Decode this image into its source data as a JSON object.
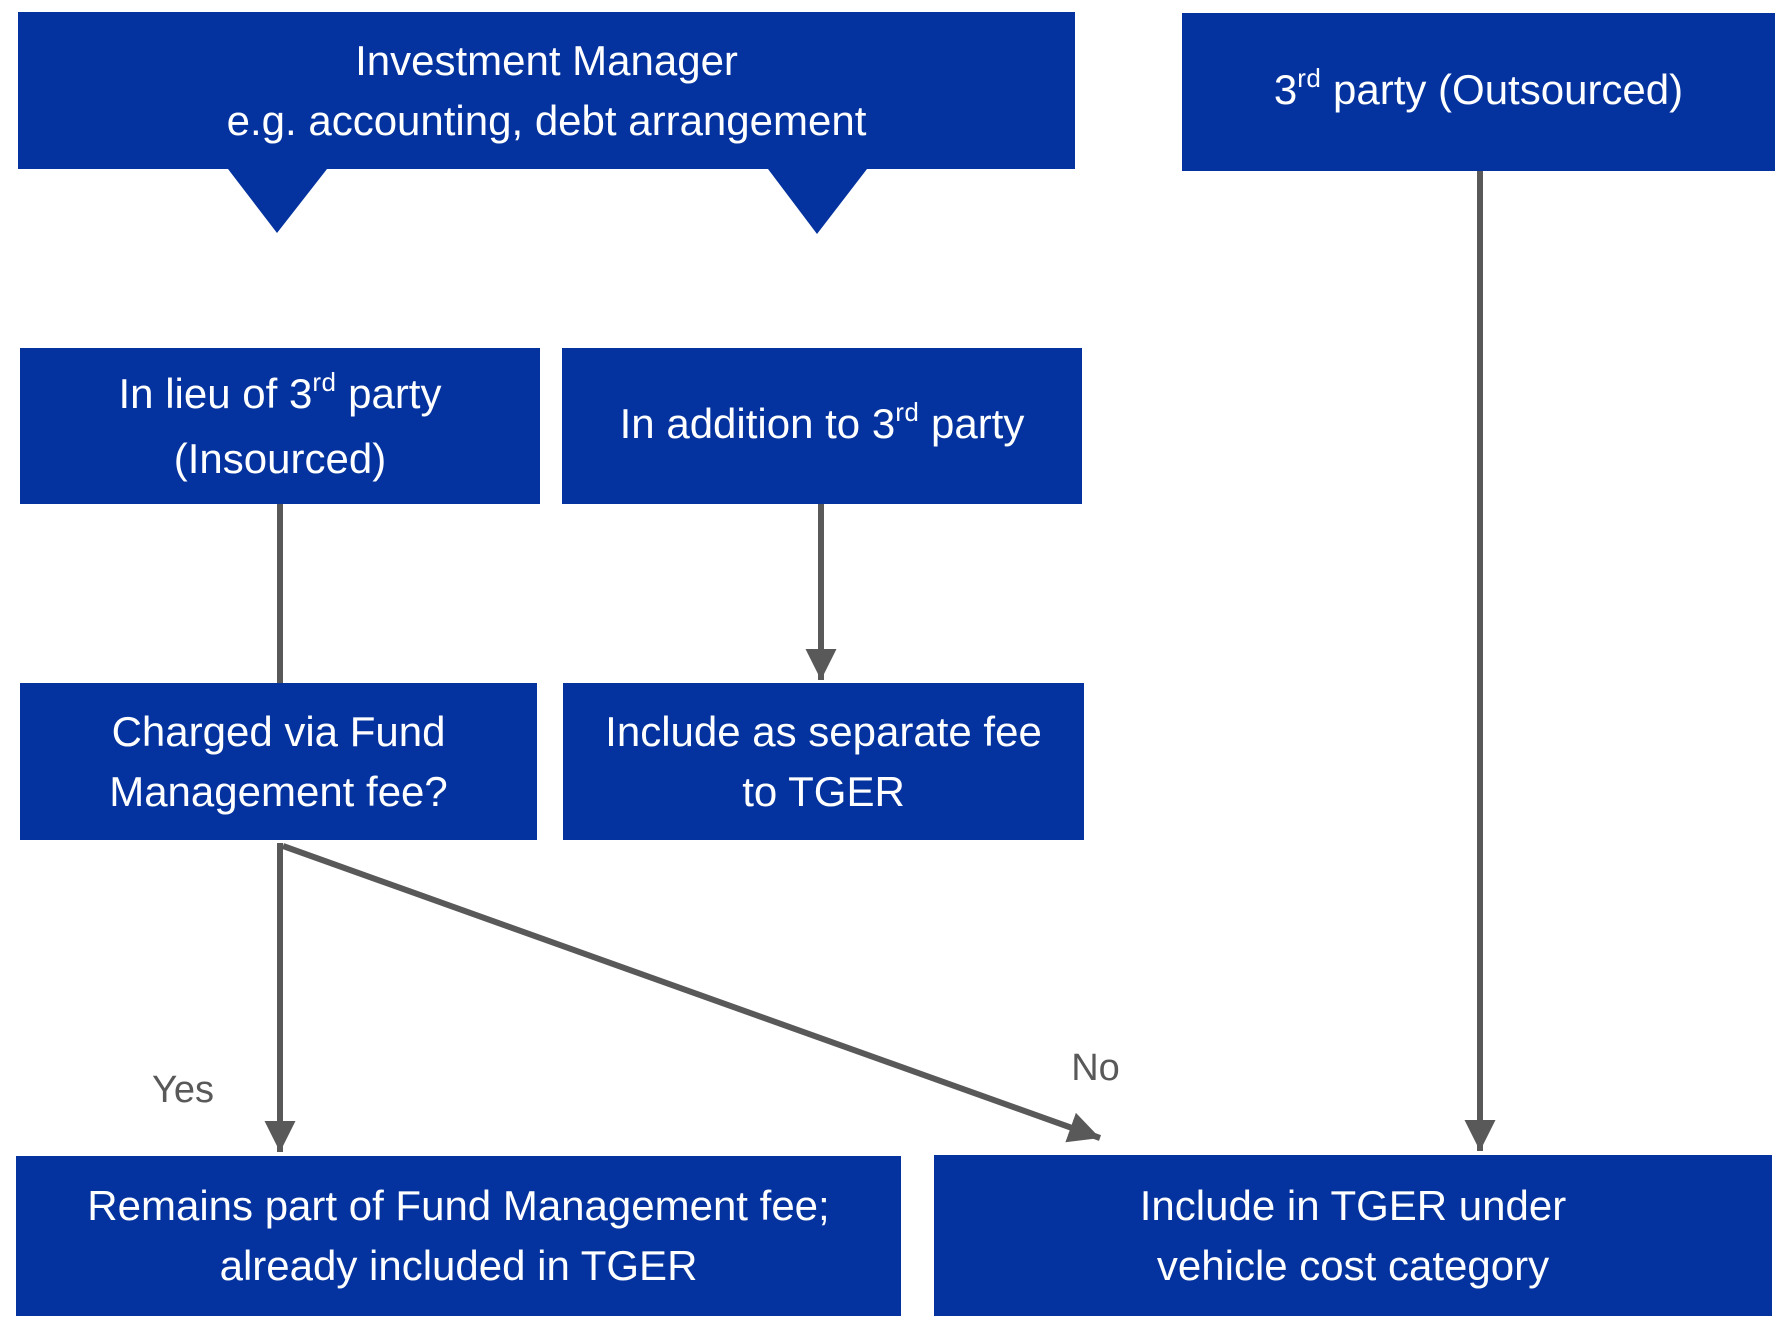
{
  "diagram": {
    "type": "flowchart",
    "colors": {
      "node_fill": "#04339F",
      "node_text": "#FFFFFF",
      "connector": "#595959",
      "edge_label_text": "#595959",
      "background": "#FFFFFF"
    },
    "nodes": {
      "investment_manager": {
        "line1": "Investment Manager",
        "line2": "e.g. accounting, debt arrangement"
      },
      "third_party_outsourced": {
        "pre": "3",
        "sup": "rd",
        "post": " party (Outsourced)"
      },
      "in_lieu": {
        "line1_pre": "In lieu of 3",
        "line1_sup": "rd",
        "line1_post": " party",
        "line2": "(Insourced)"
      },
      "in_addition": {
        "pre": "In addition to 3",
        "sup": "rd",
        "post": " party"
      },
      "charged_via_fund": {
        "line1": "Charged via Fund",
        "line2": "Management fee?"
      },
      "separate_fee": {
        "line1": "Include as separate fee",
        "line2": "to TGER"
      },
      "remains_fund_fee": {
        "line1": "Remains part of Fund Management fee;",
        "line2": "already included in TGER"
      },
      "include_tger_vehicle": {
        "line1": "Include in TGER under",
        "line2": "vehicle cost category"
      }
    },
    "edge_labels": {
      "yes": "Yes",
      "no": "No"
    }
  }
}
